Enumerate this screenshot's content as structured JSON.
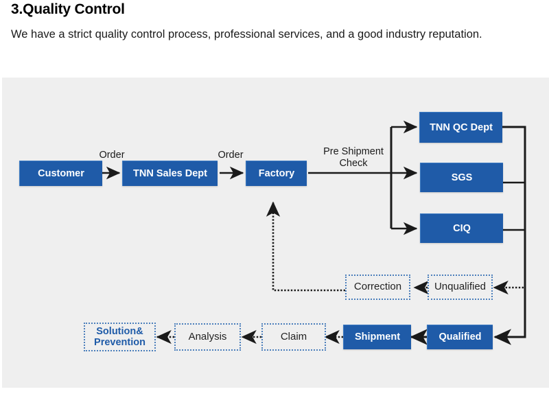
{
  "header": {
    "title": "3.Quality Control",
    "subtitle": "We have a strict quality control process, professional services, and a good industry reputation."
  },
  "colors": {
    "brand_blue": "#1F5BA8",
    "panel_bg": "#efefef",
    "dashed_border": "#4A7EBB",
    "line": "#1a1a1a",
    "page_bg": "#ffffff"
  },
  "diagram": {
    "nodes": [
      {
        "id": "customer",
        "label": "Customer",
        "style": "solid"
      },
      {
        "id": "sales",
        "label": "TNN Sales Dept",
        "style": "solid"
      },
      {
        "id": "factory",
        "label": "Factory",
        "style": "solid"
      },
      {
        "id": "qc",
        "label": "TNN QC Dept",
        "style": "solid"
      },
      {
        "id": "sgs",
        "label": "SGS",
        "style": "solid"
      },
      {
        "id": "ciq",
        "label": "CIQ",
        "style": "solid"
      },
      {
        "id": "correction",
        "label": "Correction",
        "style": "dashed"
      },
      {
        "id": "unqualified",
        "label": "Unqualified",
        "style": "dashed"
      },
      {
        "id": "solution",
        "label": "Solution&\nPrevention",
        "style": "dashed-accent"
      },
      {
        "id": "analysis",
        "label": "Analysis",
        "style": "dashed"
      },
      {
        "id": "claim",
        "label": "Claim",
        "style": "dashed"
      },
      {
        "id": "shipment",
        "label": "Shipment",
        "style": "solid"
      },
      {
        "id": "qualified",
        "label": "Qualified",
        "style": "solid"
      }
    ],
    "edge_labels": [
      {
        "id": "order-1",
        "text": "Order"
      },
      {
        "id": "order-2",
        "text": "Order"
      },
      {
        "id": "pre-shipment-check",
        "text": "Pre Shipment\nCheck"
      }
    ]
  }
}
